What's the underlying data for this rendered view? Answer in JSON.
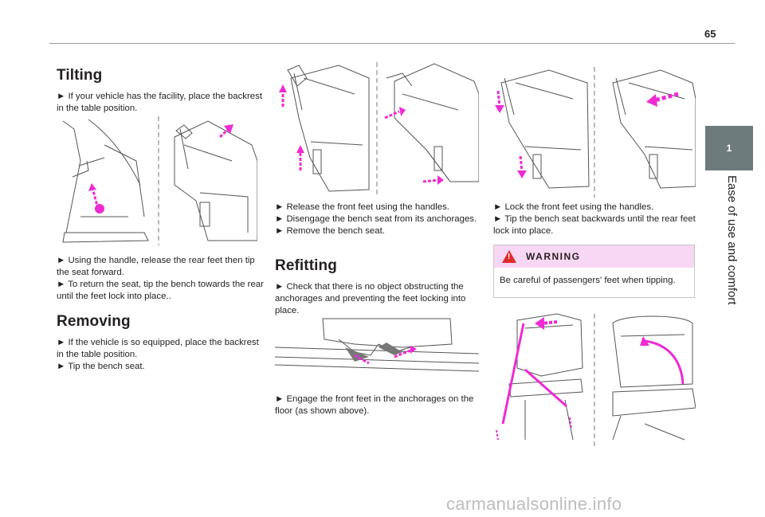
{
  "page": {
    "number": "65"
  },
  "chapter": {
    "tab": "1",
    "title": "Ease of use and comfort"
  },
  "tilting": {
    "heading": "Tilting",
    "intro": "► If your vehicle has the facility, place the backrest in the table position.",
    "steps": [
      "► Using the handle, release the rear feet then tip the seat forward.",
      "► To return the seat, tip the bench towards the rear until the feet lock into place.."
    ]
  },
  "removing": {
    "heading": "Removing",
    "steps": [
      "► If the vehicle is so equipped, place the backrest in the table position.",
      "► Tip the bench seat."
    ]
  },
  "column2": {
    "steps": [
      "► Release the front feet using the handles.",
      "► Disengage the bench seat from its anchorages.",
      "► Remove the bench seat."
    ]
  },
  "refitting": {
    "heading": "Refitting",
    "intro": "► Check that there is no object obstructing the anchorages and preventing the feet locking into place.",
    "step": "► Engage the front feet in the anchorages on the floor (as shown above)."
  },
  "column3": {
    "steps": [
      "► Lock the front feet using the handles.",
      "► Tip the bench seat backwards until the rear feet lock into place."
    ]
  },
  "warning": {
    "icon": "!",
    "title": "WARNING",
    "text": "Be careful of passengers' feet when tipping."
  },
  "watermark": "carmanualsonline.info",
  "colors": {
    "accent": "#ee2bd2",
    "warning_bg": "#f7d7f3",
    "tab": "#6e7b7d",
    "warning_icon": "#e12b2b"
  }
}
